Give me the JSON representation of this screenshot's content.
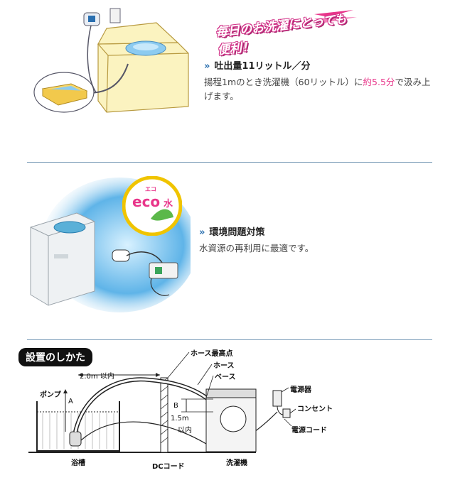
{
  "section1": {
    "banner": "毎日のお洗濯にとっても便利！",
    "heading": "吐出量11リットル／分",
    "body_before": "揚程1mのとき洗濯機（60リットル）に",
    "body_highlight": "約5.5分",
    "body_after": "で汲み上げます。"
  },
  "section2": {
    "badge_top": "エコ",
    "badge_eco": "eco",
    "badge_water": "水",
    "heading": "環境問題対策",
    "body": "水資源の再利用に最適です。"
  },
  "section3": {
    "title": "設置のしかた",
    "labels": {
      "hose_highest": "ホース最高点",
      "hose": "ホース",
      "base": "ベース",
      "distance": "2.0m 以内",
      "pump": "ポンプ",
      "a": "A",
      "b": "B",
      "height_value": "1.5m",
      "height_unit": "以内",
      "power_unit": "電源器",
      "outlet": "コンセント",
      "power_cord": "電源コード",
      "bathtub": "浴槽",
      "dc_cord": "DCコード",
      "washer": "洗濯機"
    }
  },
  "colors": {
    "accent_blue": "#2a6fb0",
    "highlight_pink": "#e8358a",
    "rule": "#7a9cb8",
    "water": "#6ab8e6"
  }
}
